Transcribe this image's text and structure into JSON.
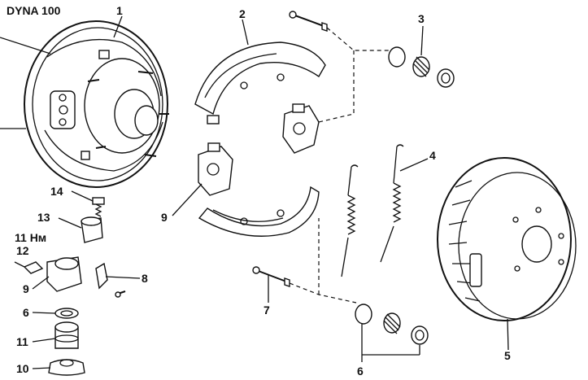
{
  "diagram": {
    "title": "DYNA 100",
    "torque_label": "11 Нм",
    "callouts": {
      "backing_plate": "1",
      "brake_shoe": "2",
      "adjuster_set_top": "3",
      "return_springs": "4",
      "brake_drum": "5",
      "adjuster_set_bottom": "6",
      "shoe_hold_pin": "7",
      "clip": "8",
      "wheel_cylinder_assembly": "9",
      "wheel_cylinder_body": "9",
      "dust_boot": "10",
      "piston": "11",
      "cup": "6",
      "bleeder_screw": "12",
      "bleeder_cap": "13",
      "adjusting_screw": "14"
    }
  }
}
